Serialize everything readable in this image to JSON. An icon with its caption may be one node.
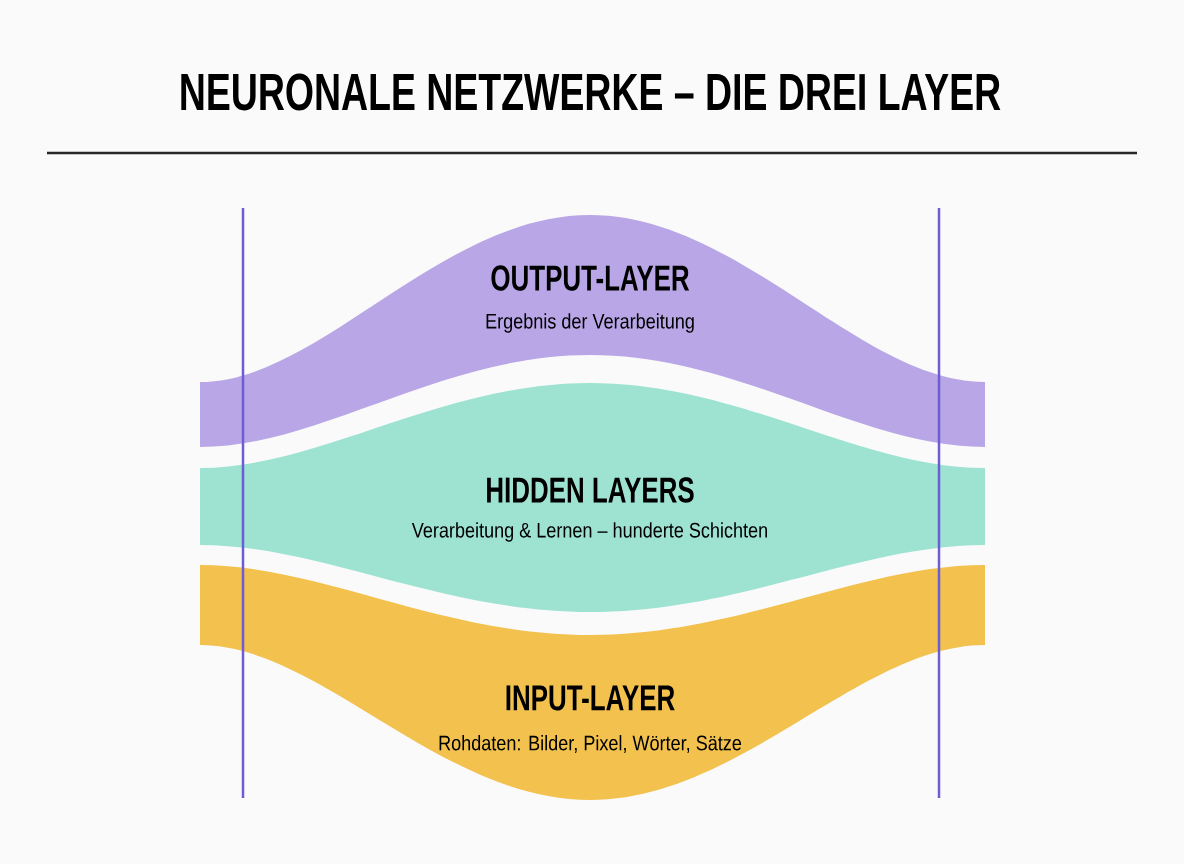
{
  "diagram": {
    "title": "NEURONALE NETZWERKE – DIE DREI LAYER",
    "nodes": [
      {
        "text": [
          "OUTPUT-LAYER",
          "Ergebnis der Verarbeitung"
        ]
      },
      {
        "text": [
          "HIDDEN LAYERS",
          "Verarbeitung & Lernen – hunderte Schichten"
        ]
      },
      {
        "text": [
          "INPUT-LAYER",
          "Rohdaten: Bilder, Pixel, Wörter, Sätze"
        ]
      }
    ]
  }
}
